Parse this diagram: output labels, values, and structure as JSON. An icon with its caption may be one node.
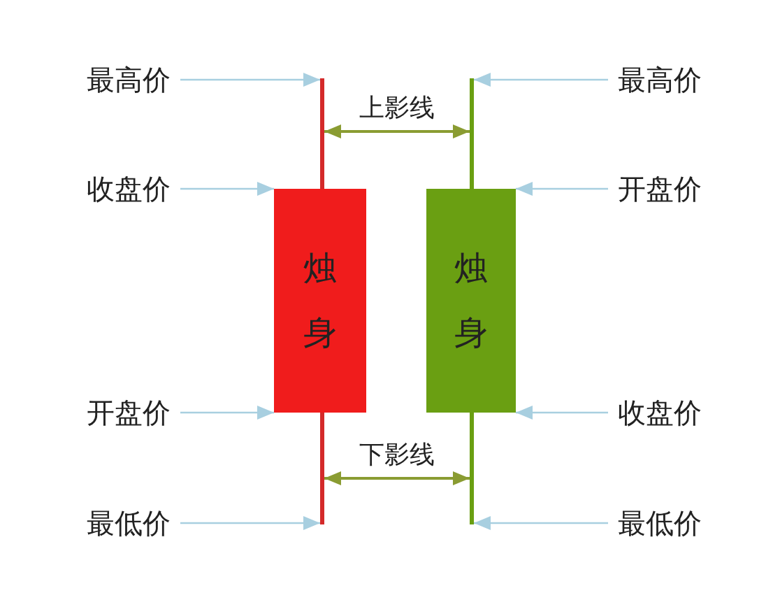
{
  "diagram": {
    "nodes": [
      {
        "text": [
          "最高价"
        ]
      },
      {
        "text": [
          "最高价"
        ]
      },
      {
        "text": [
          "收盘价"
        ]
      },
      {
        "text": [
          "开盘价"
        ]
      },
      {
        "text": [
          "烛身"
        ]
      },
      {
        "text": [
          "烛身"
        ]
      },
      {
        "text": [
          "开盘价"
        ]
      },
      {
        "text": [
          "收盘价"
        ]
      },
      {
        "text": [
          "最低价"
        ]
      },
      {
        "text": [
          "最低价"
        ]
      },
      {
        "text": [],
        "shape": "line"
      },
      {
        "text": [],
        "shape": "line"
      },
      {
        "text": [],
        "shape": "line"
      },
      {
        "text": [],
        "shape": "line"
      }
    ],
    "edges": [
      {
        "from": 0,
        "to": 10,
        "arrow": "to"
      },
      {
        "from": 1,
        "to": 11,
        "arrow": "to"
      },
      {
        "from": 2,
        "to": 4,
        "arrow": "to"
      },
      {
        "from": 3,
        "to": 5,
        "arrow": "to"
      },
      {
        "from": 6,
        "to": 4,
        "arrow": "to"
      },
      {
        "from": 7,
        "to": 5,
        "arrow": "to"
      },
      {
        "from": 8,
        "to": 12,
        "arrow": "to"
      },
      {
        "from": 9,
        "to": 13,
        "arrow": "to"
      },
      {
        "from": 10,
        "to": 11,
        "arrow": "both",
        "label": "上影线",
        "color": "#8a9c32"
      },
      {
        "from": 12,
        "to": 13,
        "arrow": "both",
        "label": "下影线",
        "color": "#8a9c32"
      }
    ]
  }
}
